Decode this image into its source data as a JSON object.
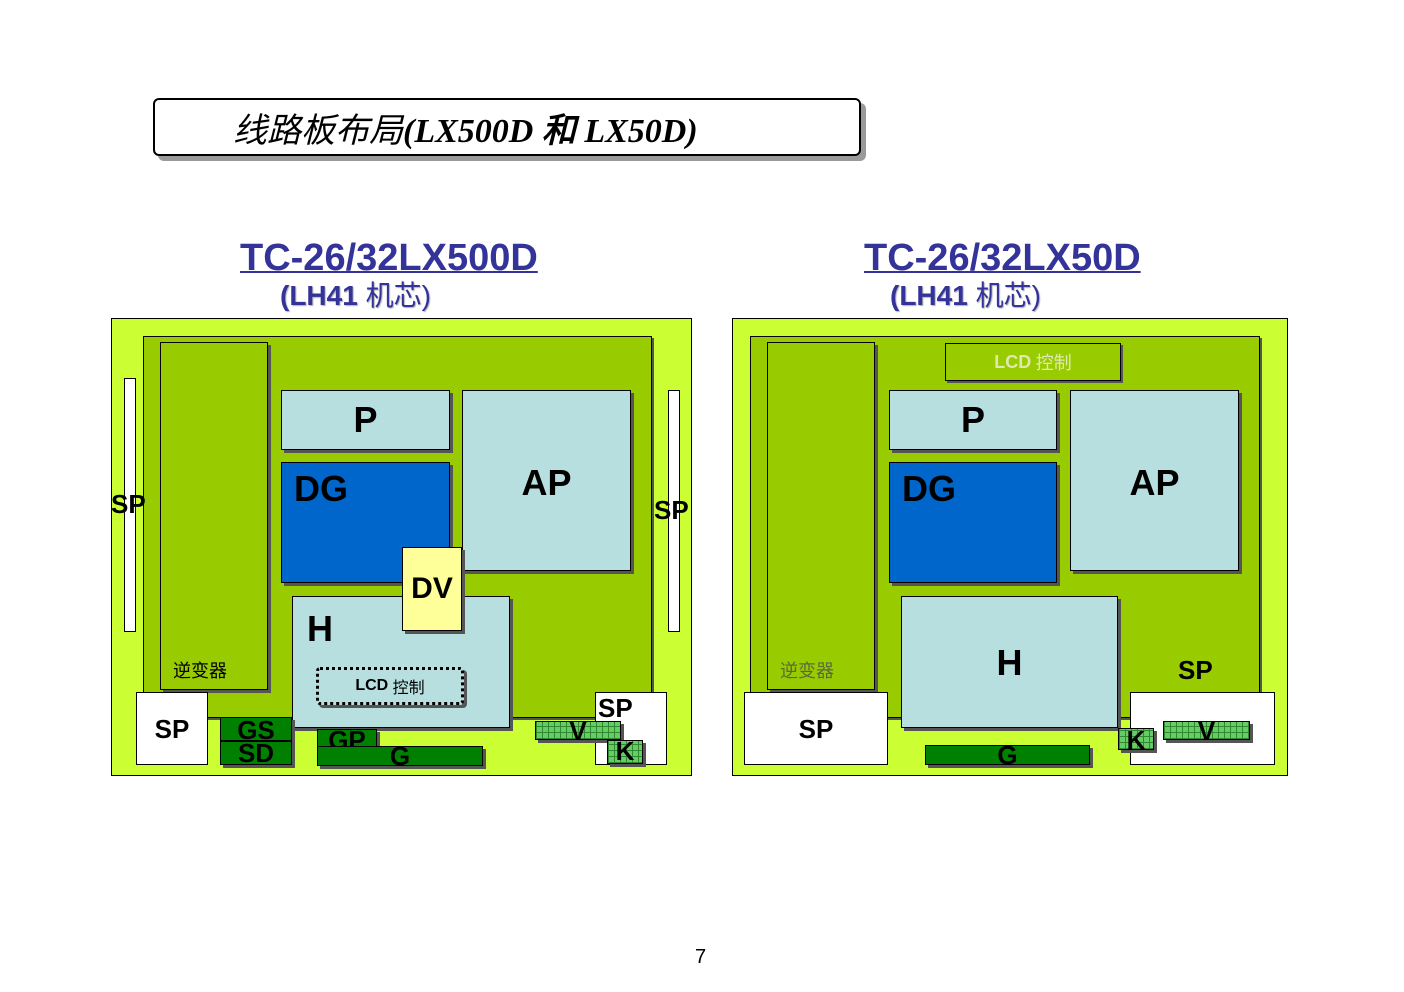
{
  "title": {
    "cjk": "线路板布局",
    "latin": "(LX500D 和 LX50D)"
  },
  "page_number": "7",
  "colors": {
    "board": "#ccff33",
    "inner": "#99cc00",
    "light_blue": "#b8dfe0",
    "dark_blue": "#0066cc",
    "yellow": "#ffff99",
    "dark_green": "#008000",
    "mesh_green": "#66cc66",
    "heading": "#333399"
  },
  "left": {
    "model": "TC-26/32LX500D",
    "chassis": "(LH41",
    "chassis_cjk": "机芯)",
    "labels": {
      "p": "P",
      "dg": "DG",
      "ap": "AP",
      "dv": "DV",
      "h": "H",
      "lcd": "LCD",
      "lcd_cjk": "控制",
      "inverter": "逆变器",
      "sp_left": "SP",
      "sp_right": "SP",
      "sp_bl": "SP",
      "sp_br": "SP",
      "gs": "GS",
      "sd": "SD",
      "gp": "GP",
      "g": "G",
      "v": "V",
      "k": "K"
    }
  },
  "right": {
    "model": "TC-26/32LX50D",
    "chassis": "(LH41",
    "chassis_cjk": "机芯)",
    "labels": {
      "lcd": "LCD",
      "lcd_cjk": "控制",
      "p": "P",
      "dg": "DG",
      "ap": "AP",
      "h": "H",
      "inverter": "逆变器",
      "sp_bl": "SP",
      "sp_br": "SP",
      "g": "G",
      "k": "K",
      "v": "V"
    }
  }
}
